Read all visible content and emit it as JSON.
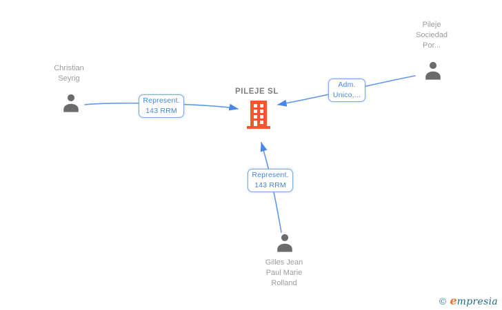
{
  "diagram": {
    "company": {
      "name": "PILEJE SL",
      "icon": "building-icon"
    },
    "persons": [
      {
        "id": "christian-seyrig",
        "lines": [
          "Christian",
          "Seyrig"
        ],
        "icon": "person-icon"
      },
      {
        "id": "pileje-sociedad",
        "lines": [
          "Pileje",
          "Sociedad",
          "Por..."
        ],
        "icon": "person-icon"
      },
      {
        "id": "gilles-rolland",
        "lines": [
          "Gilles Jean",
          "Paul Marie",
          "Rolland"
        ],
        "icon": "person-icon"
      }
    ],
    "edges": [
      {
        "from": "christian-seyrig",
        "to": "PILEJE SL",
        "label_lines": [
          "Represent.",
          "143 RRM"
        ]
      },
      {
        "from": "pileje-sociedad",
        "to": "PILEJE SL",
        "label_lines": [
          "Adm.",
          "Unico,..."
        ]
      },
      {
        "from": "gilles-rolland",
        "to": "PILEJE SL",
        "label_lines": [
          "Represent.",
          "143 RRM"
        ]
      }
    ]
  },
  "footer": {
    "copyright": "©",
    "brand_first": "e",
    "brand_rest": "mpresia"
  },
  "colors": {
    "bg": "#ffffff",
    "edge": "#5e96ee",
    "edge-arrow": "#4a86e8",
    "label-text": "#4186e0",
    "label-border": "#7da7ec",
    "node-text": "#9c9c9c",
    "company-text": "#7d7d7d",
    "icon-gray": "#6b6b6b",
    "building-orange": "#f4582a",
    "logo-teal": "#1c6a85",
    "logo-copyright": "#2e7fb5",
    "logo-orange": "#e8762c"
  }
}
